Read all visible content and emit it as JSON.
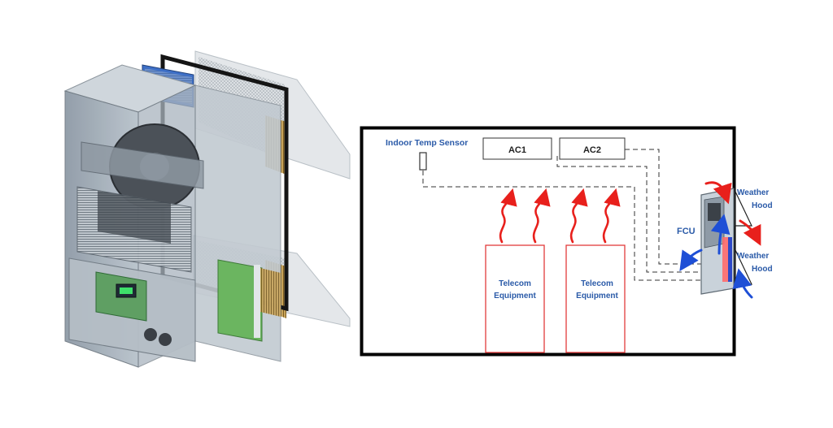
{
  "diagram": {
    "labels": {
      "sensor": "Indoor Temp Sensor",
      "ac1": "AC1",
      "ac2": "AC2",
      "fcu": "FCU",
      "hood_top_1": "Weather",
      "hood_top_2": "Hood",
      "hood_bottom_1": "Weather",
      "hood_bottom_2": "Hood",
      "equip1_line1": "Telecom",
      "equip1_line2": "Equipment",
      "equip2_line1": "Telecom",
      "equip2_line2": "Equipment"
    },
    "colors": {
      "heat_arrow": "#e8201c",
      "cool_arrow": "#1e4fd6",
      "equipment_outline": "#e23b3b",
      "label_blue": "#2a5aa8",
      "room_border": "#000000",
      "unit_body": "#9aa6b2",
      "unit_front": "#c9d2da",
      "green_board": "#5fae55"
    },
    "icons": [
      "fcu-unit-icon",
      "weather-hood-icon",
      "temp-sensor-icon",
      "heat-arrow-icon",
      "airflow-arrow-icon"
    ]
  }
}
